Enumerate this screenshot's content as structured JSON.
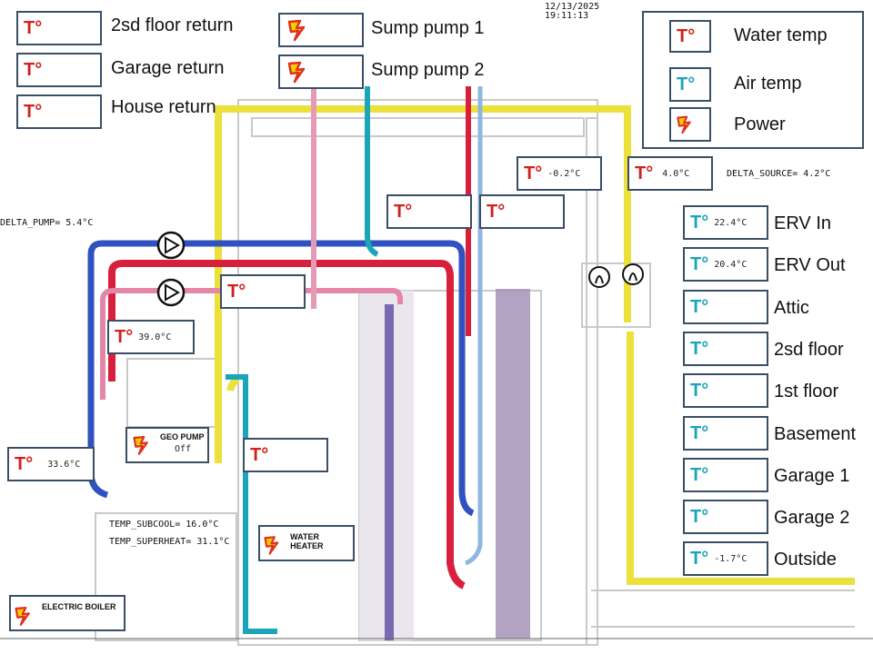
{
  "timestamp": {
    "date": "12/13/2025",
    "time": "19:11:13"
  },
  "colors": {
    "water": "#d31f1f",
    "air": "#1ba5b8",
    "border": "#3a4f66"
  },
  "legend": {
    "water_label": "Water temp",
    "air_label": "Air temp",
    "power_label": "Power"
  },
  "returns": {
    "floor2": "2sd floor return",
    "garage": "Garage return",
    "house": "House return"
  },
  "sump": {
    "pump1": "Sump pump 1",
    "pump2": "Sump pump 2"
  },
  "sensors": {
    "source_a": "-0.2°C",
    "source_b": "4.0°C",
    "loop_left": "39.0°C",
    "loop_low": "33.6°C"
  },
  "deltas": {
    "source": "DELTA_SOURCE=  4.2°C",
    "pump": "DELTA_PUMP=  5.4°C",
    "subcool": "TEMP_SUBCOOL= 16.0°C",
    "superheat": "TEMP_SUPERHEAT= 31.1°C"
  },
  "geo_pump": {
    "title": "GEO PUMP",
    "state": "Off"
  },
  "water_heater": {
    "title": "WATER HEATER"
  },
  "electric_boiler": {
    "title": "ELECTRIC BOILER"
  },
  "t_symbol": "T°",
  "zones": [
    {
      "label": "ERV In",
      "value": "22.4°C"
    },
    {
      "label": "ERV Out",
      "value": "20.4°C"
    },
    {
      "label": "Attic",
      "value": ""
    },
    {
      "label": "2sd floor",
      "value": ""
    },
    {
      "label": "1st floor",
      "value": ""
    },
    {
      "label": "Basement",
      "value": ""
    },
    {
      "label": "Garage 1",
      "value": ""
    },
    {
      "label": "Garage 2",
      "value": ""
    },
    {
      "label": "Outside",
      "value": "-1.7°C"
    }
  ]
}
